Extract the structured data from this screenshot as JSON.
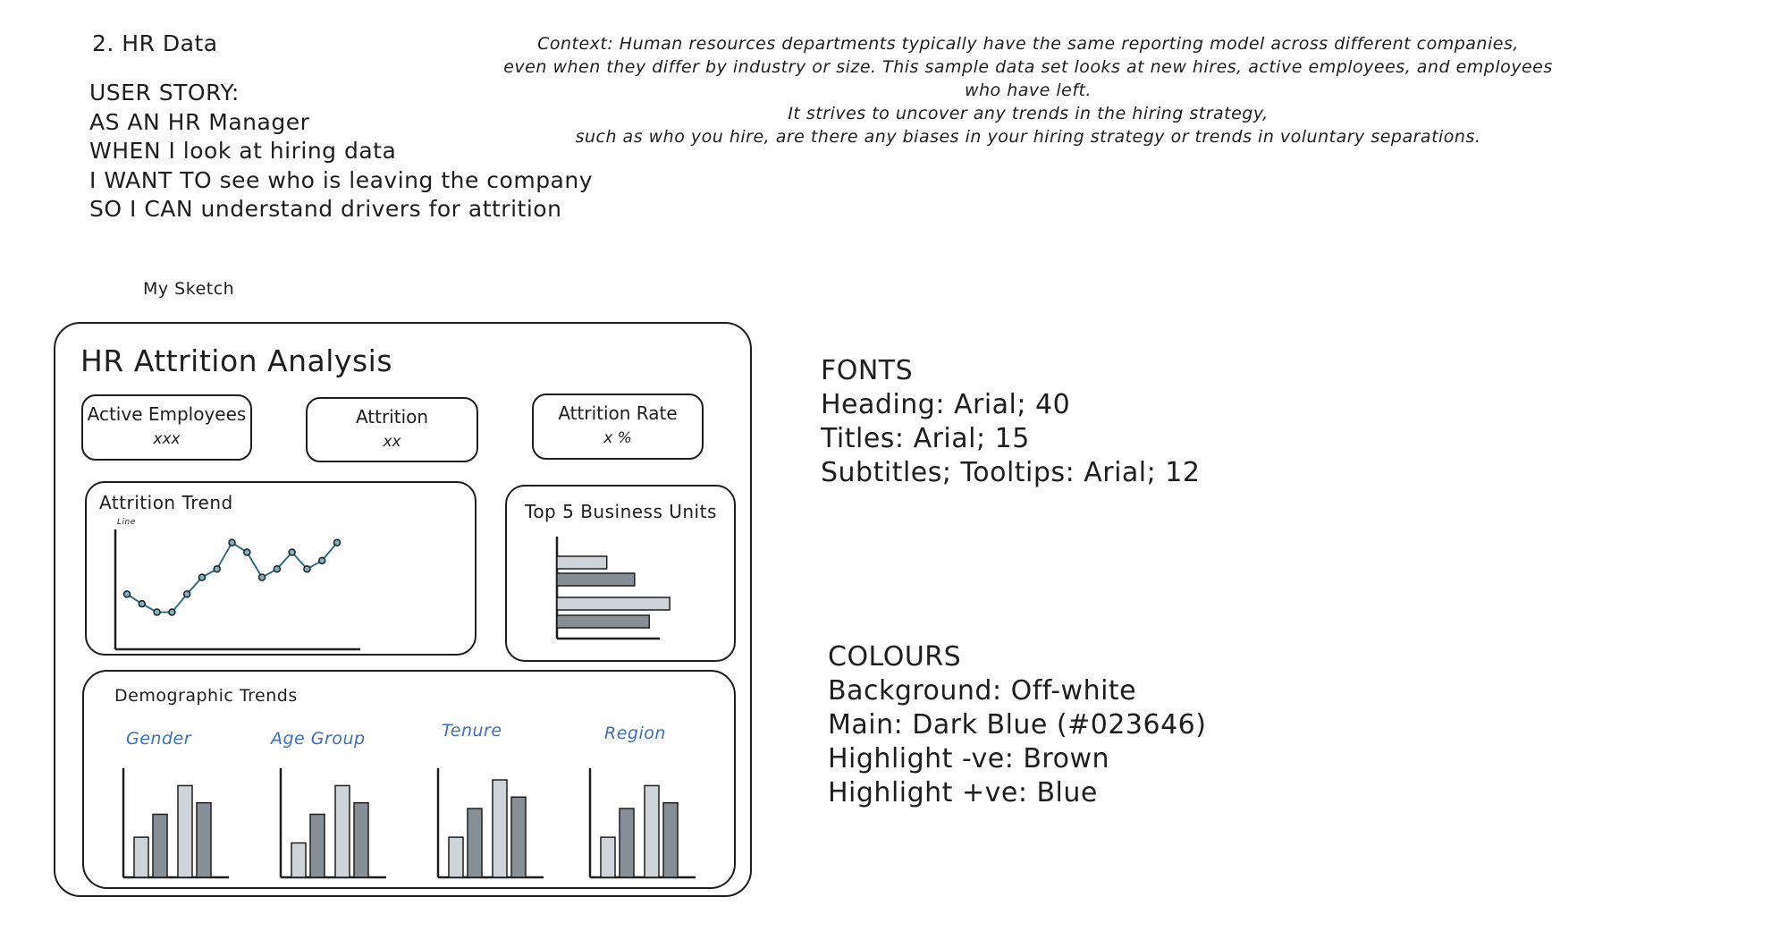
{
  "header": {
    "title": "2. HR Data"
  },
  "user_story": {
    "lines": [
      "USER STORY:",
      "AS AN HR Manager",
      "WHEN I look at hiring data",
      "I WANT TO see who is leaving the company",
      "SO I CAN understand drivers for attrition"
    ]
  },
  "context": {
    "lines": [
      "Context: Human resources departments typically have the same reporting model across different companies,",
      "even when they differ by industry or size. This sample data set looks at new hires, active employees, and employees who have left.",
      "It strives to uncover any trends in the hiring strategy,",
      "such as who you hire, are there any biases in your hiring strategy or trends in voluntary separations."
    ]
  },
  "sketch": {
    "label": "My Sketch",
    "title": "HR Attrition Analysis",
    "kpis": [
      {
        "label": "Active Employees",
        "value": "xxx"
      },
      {
        "label": "Attrition",
        "value": "xx"
      },
      {
        "label": "Attrition Rate",
        "value": "x %"
      }
    ],
    "trend": {
      "title": "Attrition Trend",
      "axis_label": "Line"
    },
    "top5": {
      "title": "Top 5 Business Units"
    },
    "demographics": {
      "title": "Demographic Trends",
      "subtitles": [
        "Gender",
        "Age Group",
        "Tenure",
        "Region"
      ]
    }
  },
  "fonts": {
    "lines": [
      "FONTS",
      "Heading: Arial; 40",
      "Titles: Arial; 15",
      "Subtitles; Tooltips: Arial; 12"
    ]
  },
  "colours": {
    "lines": [
      "COLOURS",
      "Background: Off-white",
      "Main: Dark Blue (#023646)",
      "Highlight -ve: Brown",
      "Highlight +ve: Blue"
    ]
  },
  "colors": {
    "line": "#2f6f86",
    "bar_light": "#ced4da",
    "bar_dark": "#868e96",
    "ink": "#1e1e1e",
    "subtitle": "#3b6fc4"
  },
  "chart_data": [
    {
      "type": "line",
      "title": "Attrition Trend",
      "ylabel": "Line",
      "x": [
        1,
        2,
        3,
        4,
        5,
        6,
        7,
        8,
        9,
        10,
        11,
        12,
        13,
        14,
        15
      ],
      "values": [
        46,
        38,
        31,
        31,
        46,
        60,
        67,
        89,
        81,
        60,
        67,
        81,
        67,
        74,
        89
      ],
      "ylim": [
        0,
        100
      ]
    },
    {
      "type": "bar",
      "orientation": "horizontal",
      "title": "Top 5 Business Units",
      "values": [
        34,
        53,
        77,
        63
      ],
      "xlim": [
        0,
        90
      ]
    },
    {
      "type": "bar",
      "title": "Gender",
      "values": [
        35,
        55,
        80,
        65
      ]
    },
    {
      "type": "bar",
      "title": "Age Group",
      "values": [
        30,
        55,
        80,
        65
      ]
    },
    {
      "type": "bar",
      "title": "Tenure",
      "values": [
        35,
        60,
        85,
        70
      ]
    },
    {
      "type": "bar",
      "title": "Region",
      "values": [
        35,
        60,
        80,
        65
      ]
    }
  ]
}
